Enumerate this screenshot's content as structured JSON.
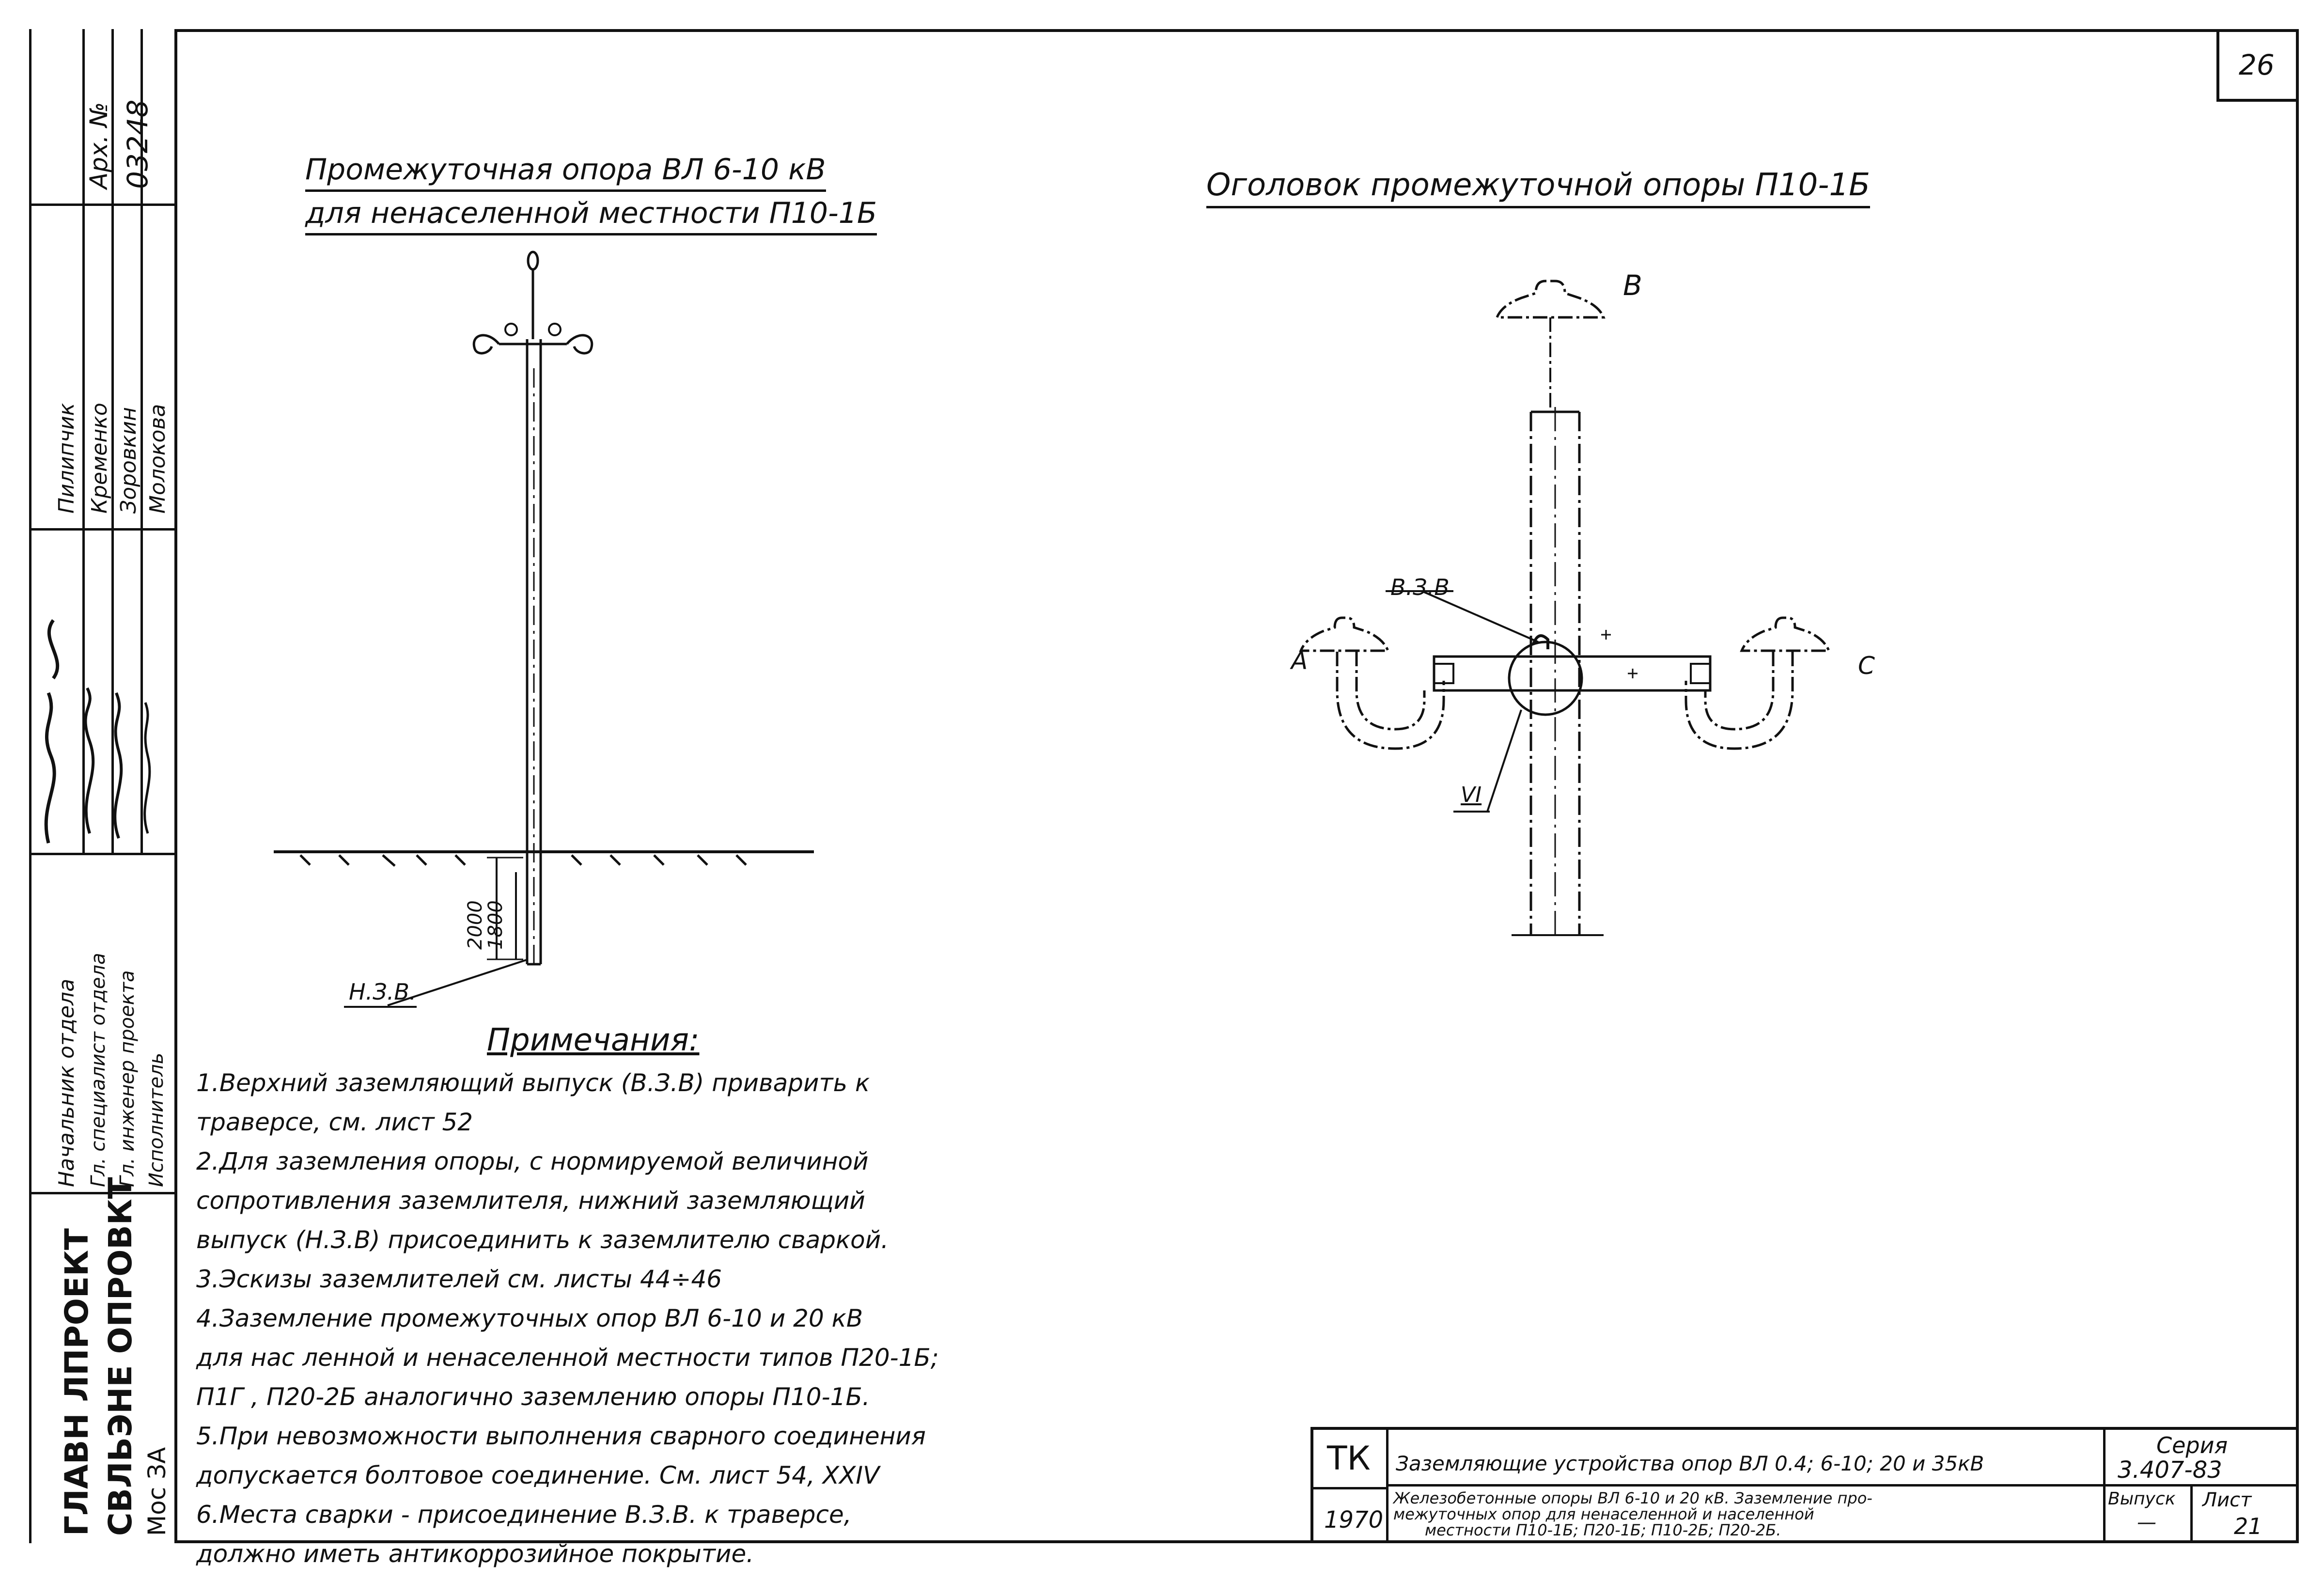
{
  "sheet_number": "26",
  "sidebar": {
    "archive_label": "Арх. №",
    "archive_number": "03248",
    "roles": [
      "Начальник отдела",
      "Гл. специалист отдела",
      "Гл. инженер проекта",
      "Исполнитель"
    ],
    "signatures": [
      "Пилипчик",
      "Кременко",
      "Зоровкин",
      "Молокова"
    ],
    "org_line1": "ГЛАВН ЛПРОЕКТ",
    "org_line2": "СВЛЬЭНЕ ОПРОВКТ",
    "org_line3": "Мос ЗА"
  },
  "left_drawing": {
    "title_line1": "Промежуточная опора ВЛ 6-10 кВ",
    "title_line2": "для ненаселенной местности П10-1Б",
    "dim_2000": "2000",
    "dim_1800": "1800",
    "ground_label": "Н.З.В."
  },
  "right_drawing": {
    "title": "Оголовок промежуточной опоры П10-1Б",
    "phase_a": "А",
    "phase_b": "В",
    "phase_c": "С",
    "upper_ground_label": "В.З.В",
    "detail_ref": "VI"
  },
  "notes": {
    "heading": "Примечания:",
    "lines": [
      "1.Верхний заземляющий выпуск (В.З.В) приварить к",
      "траверсе, см. лист 52",
      "2.Для заземления опоры, с нормируемой величиной",
      "сопротивления заземлителя, нижний заземляющий",
      "выпуск (Н.З.В) присоединить к заземлителю сваркой.",
      "3.Эскизы заземлителей см. листы 44÷46",
      "4.Заземление промежуточных опор ВЛ 6-10 и 20 кВ",
      "для нас ленной и ненаселенной местности типов П20-1Б;",
      "П1Г , П20-2Б аналогично заземлению опоры П10-1Б.",
      "5.При невозможности выполнения сварного соединения",
      "допускается болтовое соединение. См. лист 54, XXIV",
      "6.Места сварки - присоединение В.З.В. к траверсе,",
      "должно иметь антикоррозийное покрытие."
    ]
  },
  "title_block": {
    "code": "ТК",
    "year": "1970",
    "description_line1": "Заземляющие устройства опор ВЛ 0.4; 6-10; 20 и 35кВ",
    "description_line2": "Железобетонные опоры ВЛ 6-10 и 20 кВ. Заземление про-",
    "description_line3": "межуточных опор для ненаселенной и населенной",
    "description_line4": "местности П10-1Б; П20-1Б; П10-2Б; П20-2Б.",
    "series_label": "Серия",
    "series_value": "3.407-83",
    "issue_label": "Выпуск",
    "issue_value": "—",
    "sheet_label": "Лист",
    "sheet_value": "21"
  }
}
